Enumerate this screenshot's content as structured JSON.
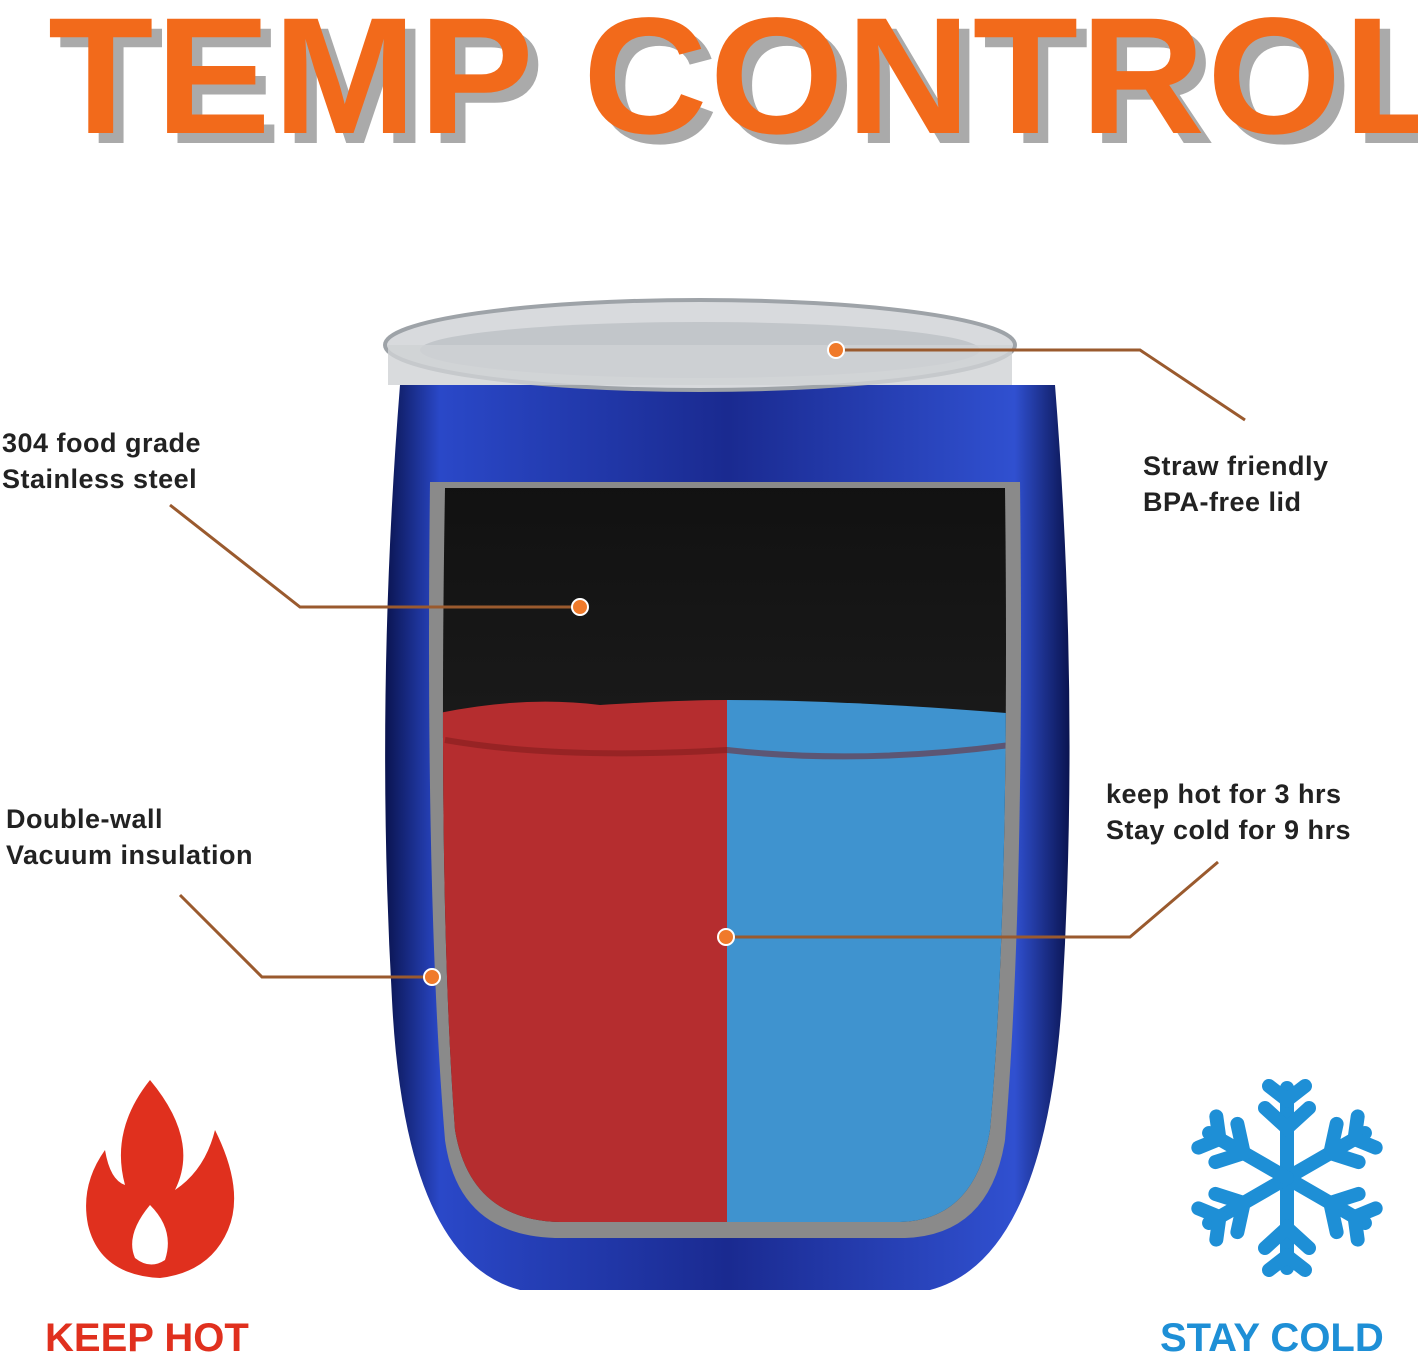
{
  "title": "TEMP CONTROL",
  "callouts": {
    "steel": {
      "line1": "304 food grade",
      "line2": "Stainless steel"
    },
    "lid": {
      "line1": "Straw friendly",
      "line2": "BPA-free lid"
    },
    "insulation": {
      "line1": "Double-wall",
      "line2": "Vacuum insulation"
    },
    "temp": {
      "line1": "keep hot for 3 hrs",
      "line2": "Stay cold for 9 hrs"
    }
  },
  "badges": {
    "hot": {
      "label": "KEEP HOT",
      "icon": "flame-icon",
      "color": "#e0301e"
    },
    "cold": {
      "label": "STAY COLD",
      "icon": "snowflake-icon",
      "color": "#1e8fd6"
    }
  },
  "colors": {
    "accent": "#f26a1b",
    "callout_line": "#9a5a2e",
    "tumbler": "#1a2a8a"
  }
}
